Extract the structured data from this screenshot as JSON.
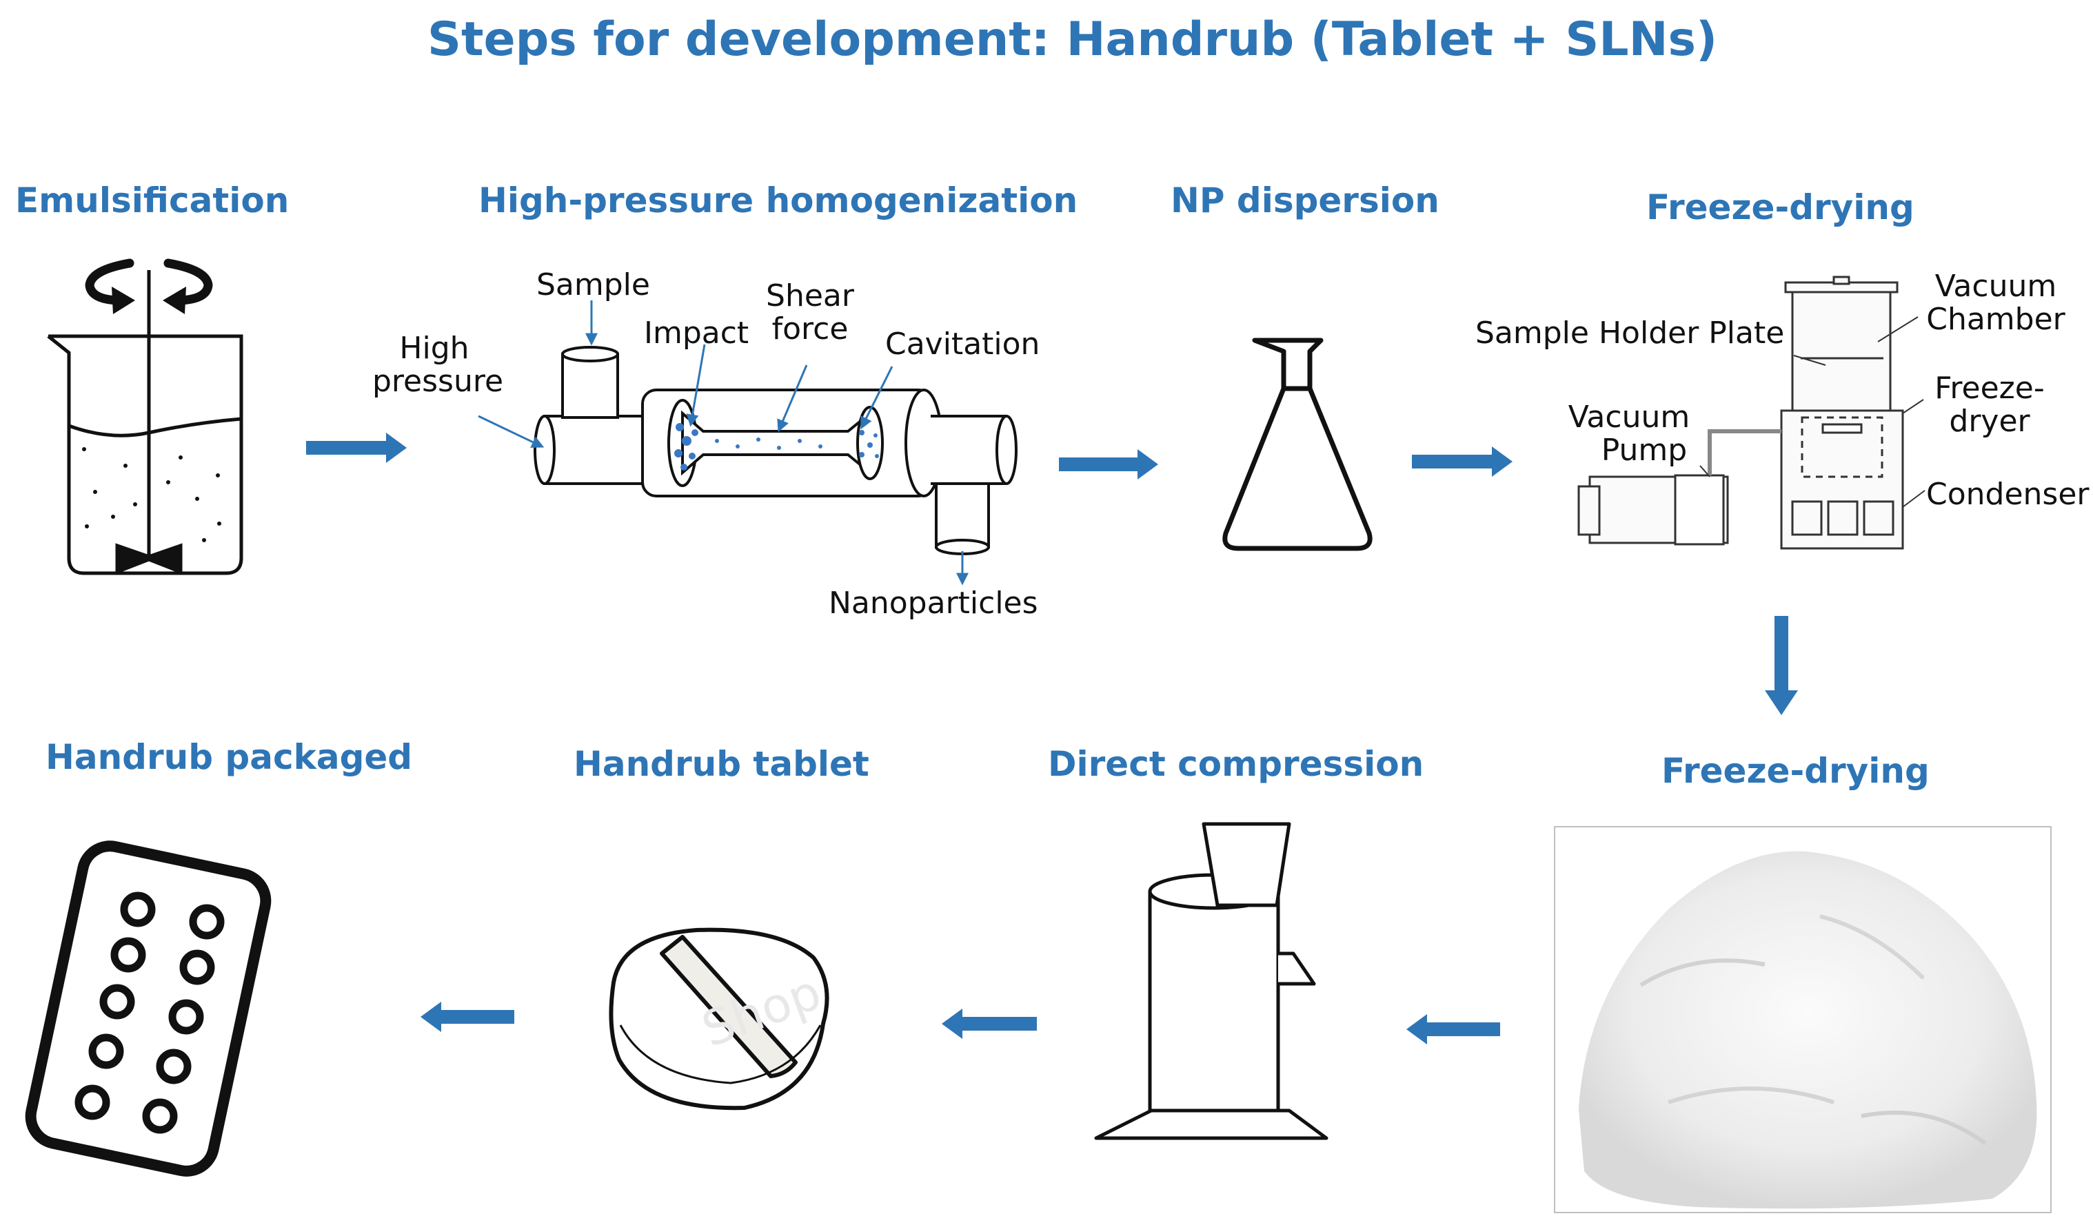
{
  "title": "Steps for development: Handrub (Tablet + SLNs)",
  "colors": {
    "accent": "#2E75B6",
    "stroke": "#111111",
    "powder": "#f0f0f0"
  },
  "steps": {
    "emulsification": "Emulsification",
    "hph": "High-pressure homogenization",
    "np_dispersion": "NP dispersion",
    "freeze_drying_1": "Freeze-drying",
    "freeze_drying_2": "Freeze-drying",
    "direct_compression": "Direct compression",
    "handrub_tablet": "Handrub tablet",
    "handrub_packaged": "Handrub packaged"
  },
  "hph_labels": {
    "sample": "Sample",
    "high": "High",
    "pressure": "pressure",
    "impact": "Impact",
    "shear": "Shear",
    "force": "force",
    "cavitation": "Cavitation",
    "nanoparticles": "Nanoparticles"
  },
  "fd_labels": {
    "sample_holder": "Sample Holder Plate",
    "vacuum_chamber_1": "Vacuum",
    "vacuum_chamber_2": "Chamber",
    "freeze_dryer_1": "Freeze-",
    "freeze_dryer_2": "dryer",
    "vacuum_pump_1": "Vacuum",
    "vacuum_pump_2": "Pump",
    "condenser": "Condenser"
  },
  "tablet_watermark": "Shop",
  "arrows": [
    "right",
    "right",
    "right",
    "down",
    "left",
    "left",
    "left"
  ]
}
